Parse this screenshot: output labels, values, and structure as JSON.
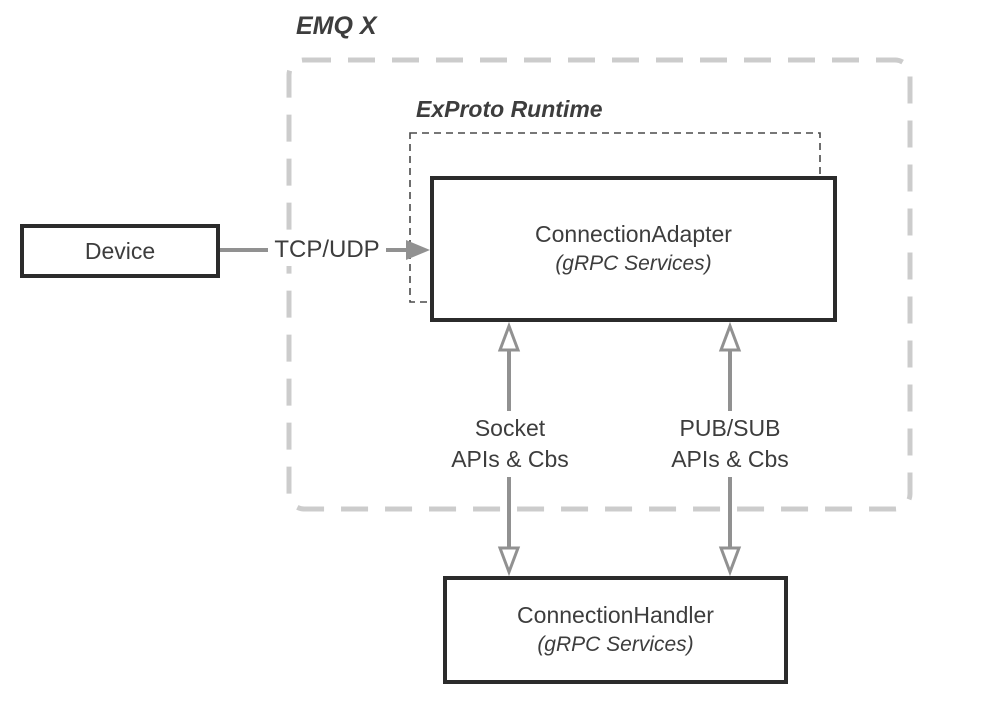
{
  "diagram": {
    "emqx_frame_label": "EMQ X",
    "exproto_frame_label": "ExProto Runtime",
    "nodes": {
      "device": {
        "label": "Device"
      },
      "connection_adapter": {
        "title": "ConnectionAdapter",
        "subtitle": "(gRPC Services)"
      },
      "connection_handler": {
        "title": "ConnectionHandler",
        "subtitle": "(gRPC Services)"
      }
    },
    "edges": {
      "tcp_udp": {
        "label": "TCP/UDP",
        "from": "device",
        "to": "connection_adapter",
        "direction": "right"
      },
      "socket": {
        "line1": "Socket",
        "line2": "APIs & Cbs",
        "from": "connection_adapter",
        "to": "connection_handler",
        "direction": "both"
      },
      "pubsub": {
        "line1": "PUB/SUB",
        "line2": "APIs & Cbs",
        "from": "connection_adapter",
        "to": "connection_handler",
        "direction": "both"
      }
    },
    "colors": {
      "box_border": "#2b2b2b",
      "text": "#3d3d3d",
      "outer_dashed": "#cccccc",
      "inner_dashed": "#4a4a4a",
      "arrow": "#919191",
      "bg": "#ffffff"
    }
  }
}
